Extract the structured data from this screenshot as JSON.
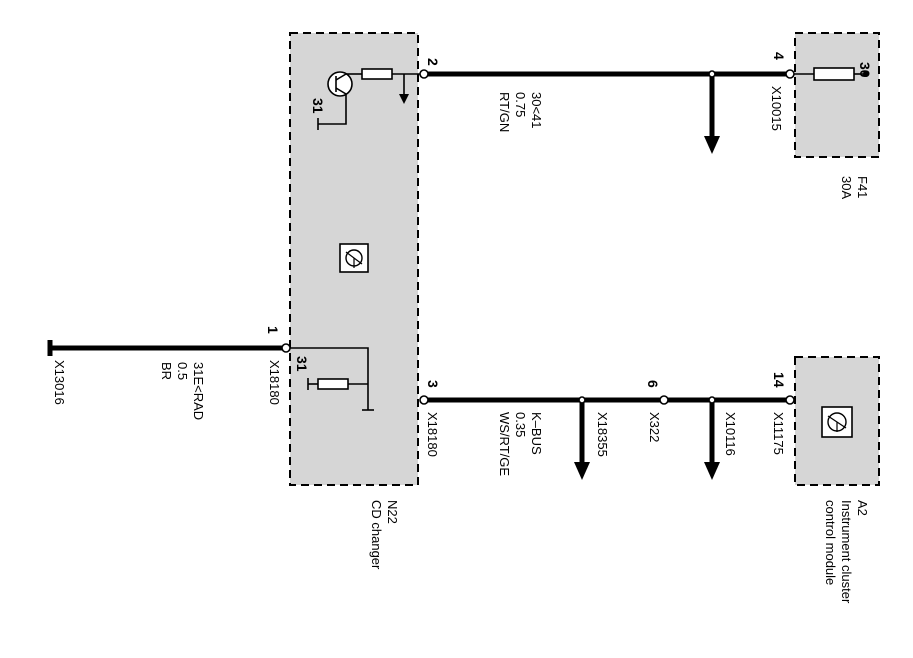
{
  "modules": {
    "cd_changer": {
      "id": "N22",
      "name": "CD changer"
    },
    "instrument_cluster": {
      "id": "A2",
      "name_line1": "Instrument cluster",
      "name_line2": "control module"
    },
    "fuse": {
      "id": "F41",
      "rating": "30A",
      "terminal": "30"
    }
  },
  "ground_wire": {
    "pin": "1",
    "connector": "X18180",
    "circuit": "31E<RAD",
    "gauge": "0.5",
    "color": "BR",
    "ground_point": "X13016",
    "internal_terminal": "31"
  },
  "power_wire": {
    "pin": "2",
    "circuit": "30<41",
    "gauge": "0.75",
    "color": "RT/GN",
    "fuse_pin": "4",
    "fuse_connector": "X10015",
    "internal_terminal": "31"
  },
  "kbus_wire": {
    "pin": "3",
    "connector": "X18180",
    "circuit": "K–BUS",
    "gauge": "0.35",
    "color": "WS/RT/GE",
    "splice_1": "X18355",
    "connector_mid": "X322",
    "connector_mid_pin": "6",
    "splice_2": "X10116",
    "cluster_connector": "X11175",
    "cluster_pin": "14"
  }
}
